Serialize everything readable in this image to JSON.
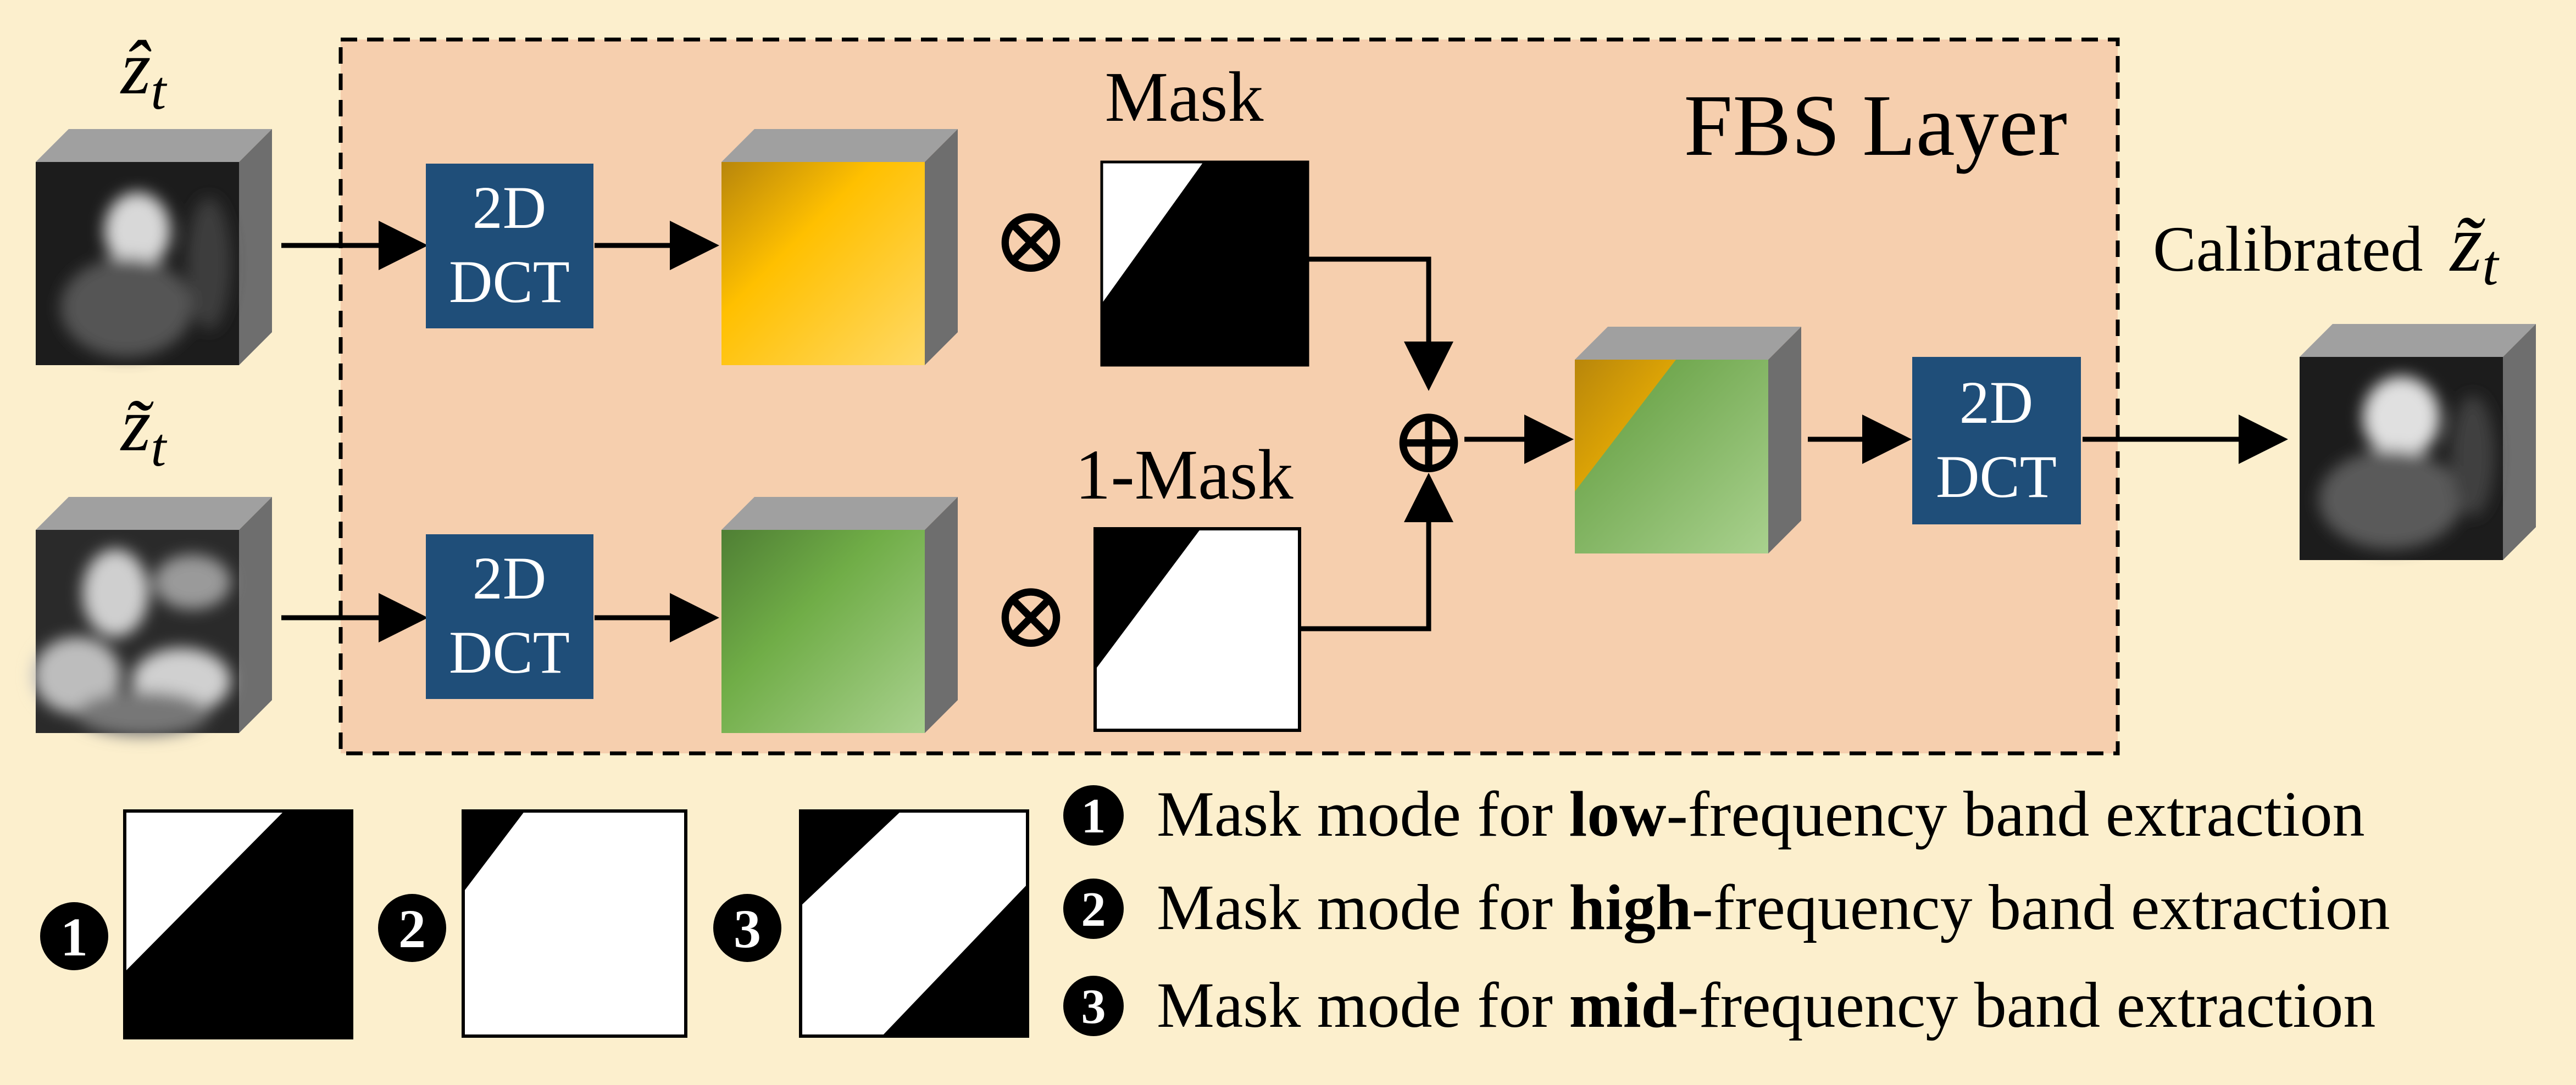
{
  "diagram": {
    "layer_title": "FBS Layer",
    "inputs": {
      "top_symbol": "ẑ",
      "top_subscript": "t",
      "bottom_symbol": "z̃",
      "bottom_subscript": "t"
    },
    "dct_label_line1": "2D",
    "dct_label_line2": "DCT",
    "mask_label": "Mask",
    "inverse_mask_label": "1-Mask",
    "multiply_symbol": "⊗",
    "add_symbol": "⊕",
    "output": {
      "label": "Calibrated",
      "symbol": "z̃",
      "subscript": "t"
    }
  },
  "legend": {
    "items": [
      {
        "number": "1",
        "prefix": "Mask mode for ",
        "bold": "low",
        "suffix": "-frequency band extraction"
      },
      {
        "number": "2",
        "prefix": "Mask mode for ",
        "bold": "high",
        "suffix": "-frequency band extraction"
      },
      {
        "number": "3",
        "prefix": "Mask mode for ",
        "bold": "mid",
        "suffix": "-frequency band extraction"
      }
    ]
  },
  "colors": {
    "background": "#fcefcd",
    "fbs_panel": "#f6cfae",
    "dct_block": "#1f4e79",
    "freq_yellow": "#ffc000",
    "freq_green": "#70ad47",
    "cube_side": "#6e6e6e",
    "cube_top": "#a0a0a0"
  }
}
